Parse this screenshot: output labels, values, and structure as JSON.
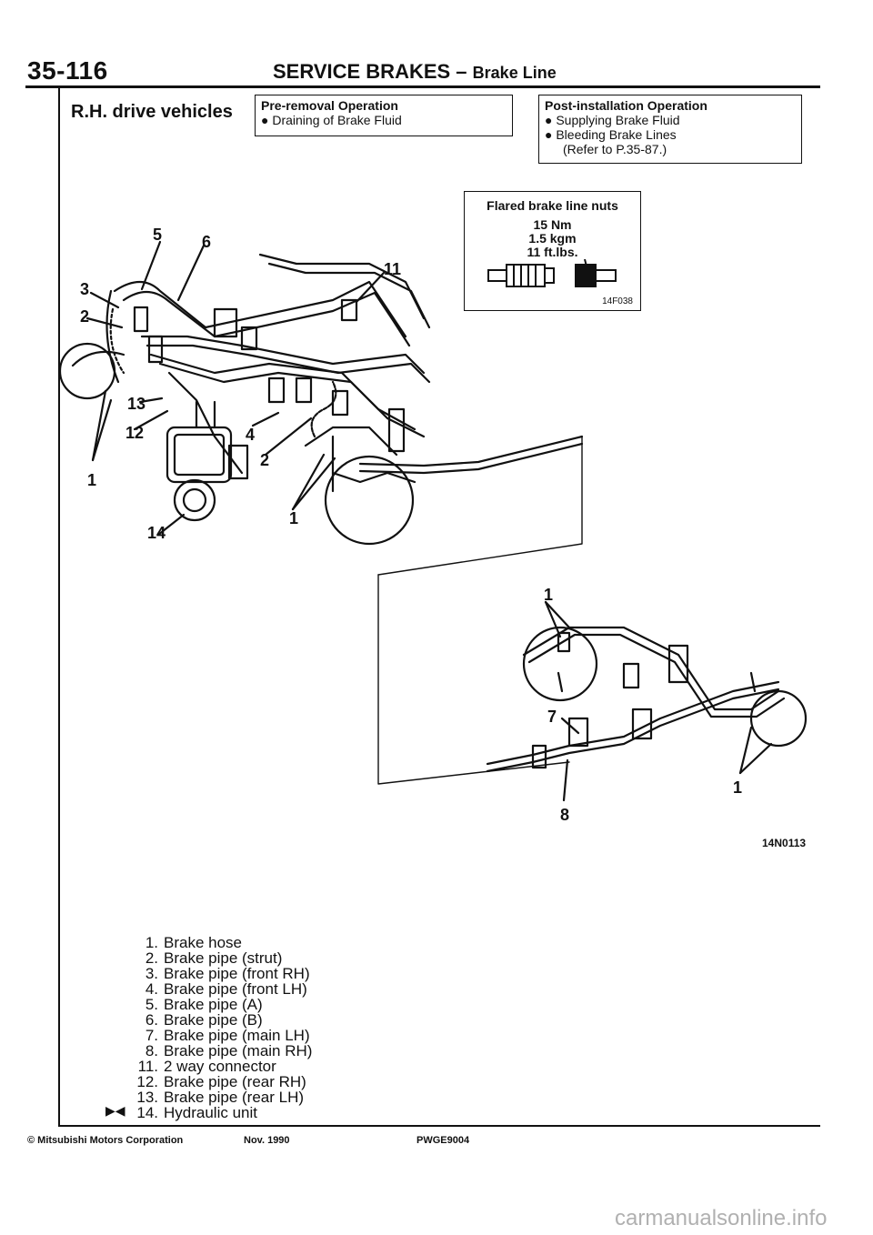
{
  "header": {
    "page_number": "35-116",
    "title": "SERVICE BRAKES –",
    "subtitle": "Brake Line"
  },
  "variant_label": "R.H. drive vehicles",
  "pre_removal": {
    "title": "Pre-removal Operation",
    "items": [
      "● Draining of Brake Fluid"
    ]
  },
  "post_installation": {
    "title": "Post-installation Operation",
    "items": [
      "● Supplying Brake Fluid",
      "● Bleeding Brake Lines",
      "(Refer to P.35-87.)"
    ]
  },
  "torque_box": {
    "title": "Flared brake line nuts",
    "values": [
      "15 Nm",
      "1.5 kgm",
      "11 ft.lbs."
    ],
    "figure_code": "14F038"
  },
  "callouts": {
    "c5": "5",
    "c6": "6",
    "c3": "3",
    "c2a": "2",
    "c11": "11",
    "c13": "13",
    "c12": "12",
    "c1a": "1",
    "c4": "4",
    "c2b": "2",
    "c1b": "1",
    "c14": "14",
    "c1c": "1",
    "c7": "7",
    "c1d": "1",
    "c8": "8"
  },
  "figure_code": "14N0113",
  "legend": [
    {
      "num": "1.",
      "text": "Brake hose"
    },
    {
      "num": "2.",
      "text": "Brake pipe (strut)"
    },
    {
      "num": "3.",
      "text": "Brake pipe (front RH)"
    },
    {
      "num": "4.",
      "text": "Brake pipe (front LH)"
    },
    {
      "num": "5.",
      "text": "Brake pipe (A)"
    },
    {
      "num": "6.",
      "text": "Brake pipe (B)"
    },
    {
      "num": "7.",
      "text": "Brake pipe (main LH)"
    },
    {
      "num": "8.",
      "text": "Brake pipe (main RH)"
    },
    {
      "num": "11.",
      "text": "2 way connector"
    },
    {
      "num": "12.",
      "text": "Brake pipe (rear RH)"
    },
    {
      "num": "13.",
      "text": "Brake pipe (rear LH)"
    },
    {
      "num": "14.",
      "text": "Hydraulic unit"
    }
  ],
  "legend_marker": "▶◀",
  "footer": {
    "copyright": "© Mitsubishi Motors Corporation",
    "date": "Nov. 1990",
    "code": "PWGE9004"
  },
  "watermark": "carmanualsonline.info"
}
